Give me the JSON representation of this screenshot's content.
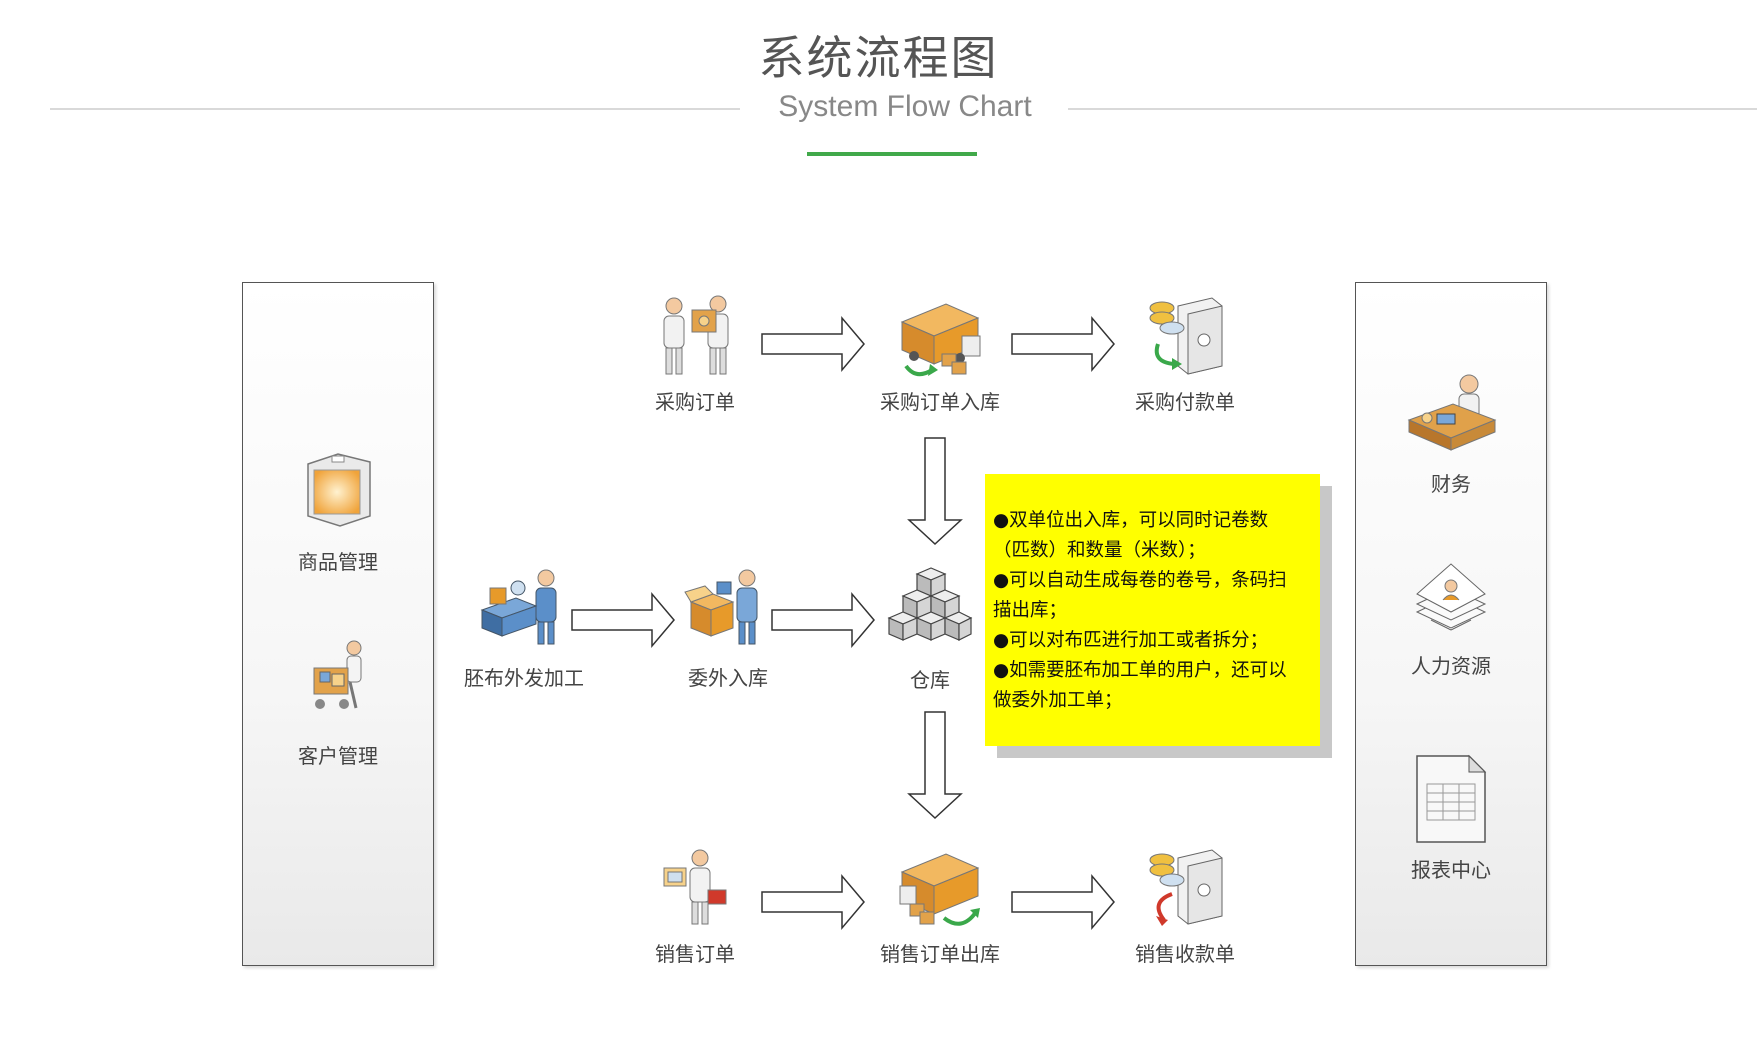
{
  "header": {
    "title": "系统流程图",
    "subtitle": "System Flow Chart"
  },
  "left_panel": {
    "items": [
      {
        "label": "商品管理",
        "icon": "product-box-icon"
      },
      {
        "label": "客户管理",
        "icon": "customer-cart-icon"
      }
    ]
  },
  "right_panel": {
    "items": [
      {
        "label": "财务",
        "icon": "finance-desk-icon"
      },
      {
        "label": "人力资源",
        "icon": "hr-documents-icon"
      },
      {
        "label": "报表中心",
        "icon": "report-sheet-icon"
      }
    ]
  },
  "flow": {
    "purchase_order": "采购订单",
    "purchase_inbound": "采购订单入库",
    "purchase_payment": "采购付款单",
    "grey_outsource": "胚布外发加工",
    "outsource_inbound": "委外入库",
    "warehouse": "仓库",
    "sales_order": "销售订单",
    "sales_outbound": "销售订单出库",
    "sales_receipt": "销售收款单"
  },
  "note": {
    "background": "#ffff00",
    "lines": [
      "●双单位出入库，可以同时记卷数",
      "（匹数）和数量（米数）；",
      "●可以自动生成每卷的卷号，条码扫",
      "描出库；",
      "●可以对布匹进行加工或者拆分；",
      "●如需要胚布加工单的用户，还可以",
      "做委外加工单；"
    ]
  },
  "colors": {
    "accent_green": "#41a94a",
    "arrow_stroke": "#333333",
    "orange": "#e79a2a",
    "blue": "#5b8fc9"
  }
}
